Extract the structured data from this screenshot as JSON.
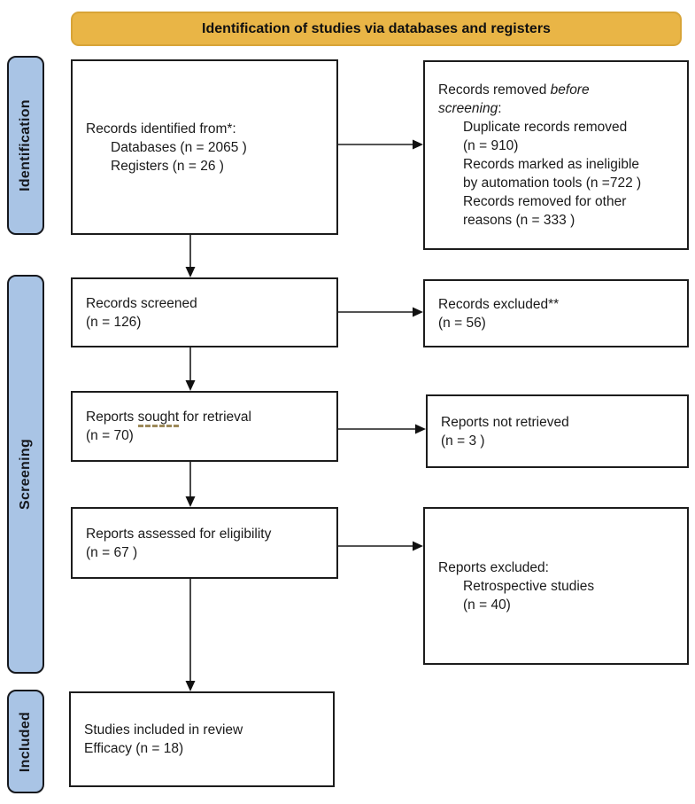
{
  "banner": {
    "label": "Identification of studies via databases and registers"
  },
  "sidebars": {
    "identification": "Identification",
    "screening": "Screening",
    "included": "Included"
  },
  "boxes": {
    "identified": {
      "line1": "Records identified from*:",
      "line2": "Databases (n = 2065 )",
      "line3": "Registers (n = 26 )"
    },
    "removed": {
      "line1_normal": "Records removed ",
      "line1_italic": "before",
      "line2_italic": "screening",
      "line2_normal": ":",
      "items": [
        "Duplicate records removed",
        "(n = 910)",
        "Records marked as ineligible",
        "by automation tools (n =722 )",
        "Records removed for other",
        "reasons (n = 333 )"
      ]
    },
    "screened": {
      "line1": "Records screened",
      "line2": "(n = 126)"
    },
    "excluded": {
      "line1": "Records excluded**",
      "line2": "(n = 56)"
    },
    "sought": {
      "line1_pre": "Reports ",
      "line1_word": "sought",
      "line1_post": " for retrieval",
      "line2": "(n = 70)"
    },
    "not_retrieved": {
      "line1": "Reports not retrieved",
      "line2": "(n = 3 )"
    },
    "assessed": {
      "line1": "Reports assessed for eligibility",
      "line2": "(n = 67 )"
    },
    "reports_excluded": {
      "line1": "Reports excluded:",
      "line2": "Retrospective studies",
      "line3": "(n = 40)"
    },
    "included_studies": {
      "line1": "Studies included in review",
      "line2": "Efficacy (n = 18)"
    }
  },
  "colors": {
    "banner_bg": "#E9B546",
    "banner_border": "#D8A437",
    "sidebar_bg": "#A9C4E5",
    "box_border": "#1c1c1c",
    "arrow": "#1c1c1c",
    "squiggle_underline": "#9d8a5a"
  }
}
